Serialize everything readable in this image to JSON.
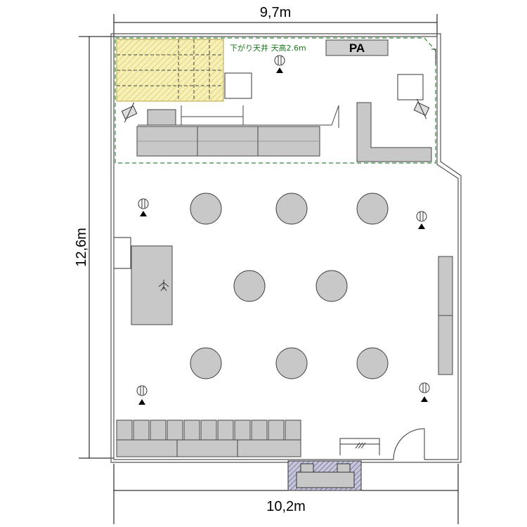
{
  "dimensions": {
    "top_width": "9,7m",
    "bottom_width": "10,2m",
    "height": "12,6m"
  },
  "ceiling_note": "下がり天井 天高2.6m",
  "pa_label": "PA",
  "colors": {
    "furniture": "#c8c8c8",
    "dropped_ceiling_outline": "#2e8b3a",
    "stage_hatch": "#f0e9a6",
    "entrance_hatch": "#3a3a8a"
  }
}
